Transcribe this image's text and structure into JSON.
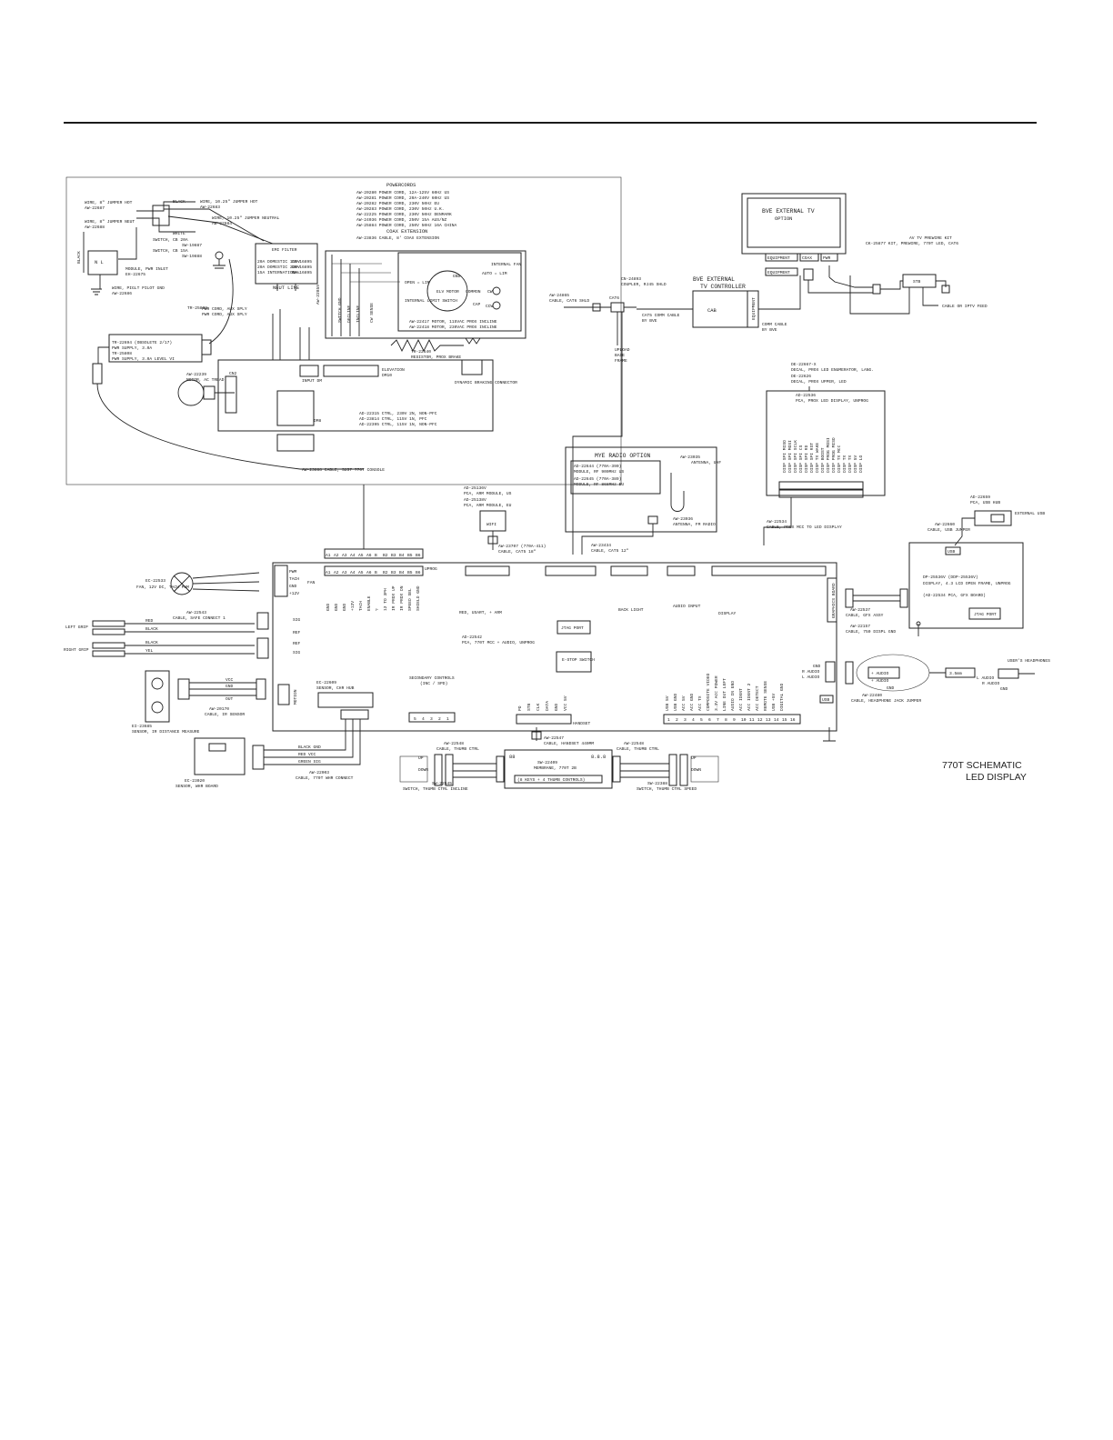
{
  "footer_title": {
    "line1": "770T SCHEMATIC",
    "line2": "LED DISPLAY"
  },
  "powercords": {
    "header": "POWERCORDS",
    "items": [
      "AW-20280  POWER CORD, 12A-125V 60Hz US",
      "AW-20281  POWER CORD, 20A-240V 60Hz US",
      "AW-20282  POWER CORD, 230V 50Hz EU",
      "AW-20283  POWER CORD, 230V 50Hz U.K.",
      "AW-22225  POWER CORD, 230V 50Hz DENMARK",
      "AW-24036  POWER CORD, 250V 15A AUS/NZ",
      "AW-25884  POWER CORD, 250V 50Hz 16A CHINA"
    ],
    "coax_header": "COAX EXTENSION",
    "coax_item": "AW-23836  CABLE, 8' COAX EXTENSION"
  },
  "power_section": {
    "jumper_hot": "WIRE, 8\" JUMPER HOT",
    "jumper_hot_pn": "AW-22687",
    "jumper_neut": "WIRE, 8\" JUMPER NEUT",
    "jumper_neut_pn": "AW-22688",
    "black": "BLACK",
    "white": "WHITE",
    "jumper_1025_hot": "WIRE, 10.25\" JUMPER HOT",
    "jumper_1025_hot_pn": "AW-22683",
    "jumper_1025_neut": "WIRE, 10.25\" JUMPER NEUTRAL",
    "jumper_1025_neut_pn": "AW-22684",
    "switch_cb20": "SWITCH, CB 20A",
    "switch_cb20_pn": "SW-19887",
    "switch_cb15": "SWITCH, CB 15A",
    "switch_cb15_pn": "SW-19888",
    "module_pwr": "MODULE, PWR INLET",
    "module_pwr_pn": "EH-22675",
    "wire_pigtail": "WIRE, PIGLT PILOT GND",
    "wire_pigtail_pn": "AW-22686",
    "emi_filter": "EMI FILTER",
    "emi_20a": "20A DOMESTIC 115V",
    "emi_20a_pn": "EH-16895",
    "emi_20a_dom": "20A DOMESTIC 230V",
    "emi_20a_dom_pn": "EH-16895",
    "emi_15a": "15A INTERNATIONAL",
    "emi_15a_pn": "EH-16895",
    "neut_line": "NEUT  LINE",
    "pwr_cord": "PWR CORD, AUX SPLY",
    "pwr_cord_pn": "AW-20630",
    "ps_obsolete": "TR-22694 (OBSOLETE 2/17)",
    "ps_obsolete_desc": "PWR SUPPLY, 3.0A",
    "ps_new": "TR-25808",
    "ps_new_desc": "PWR SUPPLY, 3.0A LEVEL VI",
    "motor": "AW-22239",
    "motor_desc": "MOTOR, AC TREAD",
    "cable_elevation": "AW-22859",
    "resistor": "TR-22640",
    "resistor_desc": "RESISTOR, PROX BRAKE",
    "dynamic_braking": "DYNAMIC BRAKING CONNECTOR",
    "input_dm": "INPUT DM",
    "elevation": "ELEVATION",
    "elevation_sub": "DM10",
    "ctrl_1": "AD-22315  CTRL, 230V 2N, NON-PFC",
    "ctrl_2": "AD-23814  CTRL, 115V 1N, PFC",
    "ctrl_3": "AD-22395  CTRL, 115V 1N, NON-PFC",
    "motor_ident": "AW-22417  MOTOR, 115VAC PROX INCLINE",
    "motor_ident2": "AW-22418  MOTOR, 230VAC PROX INCLINE",
    "open_lim": "OPEN = LIM",
    "internal_limit": "INTERNAL LIMIT SWITCH",
    "elev_motor": "ELV MOTOR",
    "gnd": "GND",
    "cap": "CAP",
    "cap_comp": "COMMON",
    "cw": "CW",
    "ccw": "CCW",
    "internal_fan": "INTERNAL FAN",
    "auto_cap": "AUTO = LIM"
  },
  "cable_console": "AW-23888  CABLE, 5257 770T CONSOLE",
  "bve_tv": {
    "title": "BVE EXTERNAL TV",
    "subtitle": "OPTION",
    "equipment": "EQUIPMENT",
    "coax": "COAX",
    "pwr": "PWR",
    "controller_title": "BVE EXTERNAL",
    "controller_sub": "TV CONTROLLER",
    "cab": "CAB",
    "comm_cable": "COMM CABLE",
    "comm_cable_by": "BY BVE",
    "cat5_comm": "CAT5 COMM CABLE",
    "cat5_comm_by": "BY BVE",
    "prewire": "AV TV PREWIRE KIT",
    "prewire_pn": "CK-25877 KIT, PREWIRE, 770T LED, CAT6",
    "stb": "STB",
    "cable_iptv": "CABLE OR IPTV FEED",
    "coupler": "CN-24893",
    "coupler_desc": "COUPLER, RJ45 SHLD",
    "cat6_shld": "AW-24865",
    "cat6_shld_desc": "CABLE, CAT6 SHLD",
    "cat6_label": "CAT6",
    "upload_base": "UPLOAD BASE FRAME"
  },
  "led_display": {
    "decal1": "DE-22667-X",
    "decal1_desc": "DECAL, PROX LED ENUMERATOR, LANG.",
    "decal2": "DE-22626",
    "decal2_desc": "DECAL, PROX UPPER, LED",
    "pca": "AD-22536",
    "pca_desc": "PCA, PROX LED DISPLAY, UNPROG",
    "pins": [
      "DISP SPI MISO",
      "DISP SPI MOSI",
      "DISP SPI SCLK",
      "DISP SPI CS",
      "DISP SPI RD",
      "DISP SPI RST",
      "DISP TX WAKE",
      "DISP BOOST",
      "DISP PROG MOSI",
      "DISP PROG MISO",
      "DISP TX MCC",
      "DISP TX",
      "DISP TX",
      "DISP 5V",
      "DISP LO"
    ],
    "cable_led": "AW-22534",
    "cable_led_desc": "CABLE, PROX MCC TO LED DISPLAY"
  },
  "mye_radio": {
    "title": "MYE RADIO OPTION",
    "mod1": "AD-22644 (770A-390)",
    "mod1_desc": "MODULE, RF 900MHz US",
    "mod2": "AD-22645 (770A-389)",
    "mod2_desc": "MODULE, RF 868MHz EU",
    "ant_uhf": "AW-23035",
    "ant_uhf_desc": "ANTENNA, UHF",
    "ant_fm": "AW-23036",
    "ant_fm_desc": "ANTENNA, FM RADIO",
    "cable": "AW-23434",
    "cable_desc": "CABLE, CAT5 12\""
  },
  "arm_module": {
    "pn1": "AD-25136V",
    "pn1_desc": "PCA, ARM MODULE, US",
    "pn2": "AD-25138V",
    "pn2_desc": "PCA, ARM MODULE, EU",
    "wifi": "WIFI",
    "cable": "AW-23707 (770A-411)",
    "cable_desc": "CABLE, CAT5 18\""
  },
  "main_board": {
    "upper_header_pins": [
      "A1",
      "A2",
      "A3",
      "A4",
      "A5",
      "A6",
      "B",
      "B2",
      "B3",
      "B4",
      "B5",
      "B6"
    ],
    "uprog": "UPROG",
    "fan_tach": "TACH",
    "fan_pwm": "PWM",
    "fan_gnd": "GND",
    "fan_12v": "+12V",
    "fan_label": "FAN",
    "pins_a": [
      "GND",
      "GND",
      "GND",
      "+12V",
      "TACH",
      "ENABLE",
      "?",
      "12 TO 3PH",
      "IR PROX UP",
      "IR PROX DN",
      "SPEED SEL",
      "SHIELD GND"
    ],
    "sig_label": "SIG",
    "ref_label": "REF",
    "motion": "MOTION",
    "jtag": "JTAG PORT",
    "estop": "E-STOP SWITCH",
    "pca": "AD-22542",
    "pca_desc": "PCA, 770T MCC + AUDIO, UNPROG",
    "red_cable": "RED, USART, + ARM",
    "back_light": "BACK LIGHT",
    "audio_in": "AUDIO INPUT",
    "display": "DISPLAY",
    "gfx_board": "GRAPHICS BOARD",
    "bottom_pins": [
      "USB 5V",
      "USB GND",
      "ACC 5V",
      "ACC GND",
      "ACC TX",
      "COMPOSITE VIDEO",
      "3.3V ACC POWER",
      "LINE OUT LEFT",
      "AUDIO IN GND",
      "ACC IDENT",
      "ACC IDENT 2",
      "ACC DETECT",
      "REMOTE SENSE",
      "USB +5V",
      "DIGITAL GND"
    ],
    "bottom_nums": [
      "1",
      "2",
      "3",
      "4",
      "5",
      "6",
      "7",
      "8",
      "9",
      "10",
      "11",
      "12",
      "13",
      "14",
      "15",
      "16"
    ],
    "secondary": "SECONDARY CONTROLS",
    "secondary_sub": "(INC / SPD)",
    "sec_pins": [
      "5",
      "4",
      "3",
      "2",
      "1"
    ],
    "handset": "HANDSET",
    "handset_pins": [
      "PO",
      "STB",
      "CLK",
      "DATA",
      "GND",
      "VCC 5V"
    ]
  },
  "fan": {
    "pn": "EC-22533",
    "desc": "FAN, 12V DC, TACH PWM"
  },
  "ir_cable": {
    "pn": "AW-22543",
    "desc": "CABLE, SAFE CONNECT 1",
    "left_grip": "LEFT GRIP",
    "right_grip": "RIGHT GRIP",
    "red": "RED",
    "black": "BLACK",
    "yellow": "YEL"
  },
  "ir_sensor": {
    "pn": "EI-23685",
    "desc": "SENSOR, IR DISTANCE MEASURE",
    "cable": "AW-20170",
    "cable_desc": "CABLE, IR SENSOR",
    "vcc": "VCC",
    "gnd": "GND",
    "out": "OUT"
  },
  "chr_hub": {
    "pn": "EC-22609",
    "desc": "SENSOR, CHR HUB",
    "cable": "AW-22003",
    "cable_desc": "CABLE, 770T WHR CONNECT",
    "black": "BLACK GND",
    "red": "RED VCC",
    "green": "GREEN SIG"
  },
  "whr_board": {
    "pn": "EC-23020",
    "desc": "SENSOR, WHR BOARD"
  },
  "usb_display": {
    "hub": "AD-22659",
    "hub_desc": "PCA, USB HUB",
    "ext_usb": "EXTERNAL USB",
    "jumper": "AW-22660",
    "jumper_desc": "CABLE, USB JUMPER",
    "usb": "USB",
    "display": "DP-25536V (DDP-25536V)",
    "display_desc": "DISPLAY, 4.3 LCD OPEN FRAME, UNPROG",
    "display_sub": "(AD-22534 PCA, GFX BOARD)",
    "jtag": "JTAG PORT",
    "cable_ffc": "AW-22537",
    "cable_ffc_desc": "CABLE, GFX ASSY",
    "cable_gnd": "AW-22157",
    "cable_gnd_desc": "CABLE, 750 DISPL GND"
  },
  "headphone": {
    "gnd": "GND",
    "r_audio": "R AUDIO",
    "l_audio": "L AUDIO",
    "jack_r": "+ AUDIO",
    "jack_l": "+ AUDIO",
    "jack_gnd": "GND",
    "size": "3.5mm",
    "cable": "AW-22480",
    "cable_desc": "CABLE, HEADPHONE JACK JUMPER",
    "users": "USER'S HEADPHONES",
    "usb": "USB"
  },
  "thumb": {
    "cable_l": "AW-22548",
    "cable_l_desc": "CABLE, THUMB CTRL",
    "cable_r": "AW-22548",
    "cable_r_desc": "CABLE, THUMB CTRL",
    "sw_l": "SW-22545",
    "sw_l_desc": "SWITCH, THUMB CTRL INCLINE",
    "sw_r": "SW-22388",
    "sw_r_desc": "SWITCH, THUMB CTRL SPEED",
    "membrane": "SW-22409",
    "membrane_desc": "MEMBRANE, 770T 2B",
    "membrane_keys": "(8 KEYS + 4 THUMB CONTROLS)",
    "handset_cable": "AW-22547",
    "handset_cable_desc": "CABLE, HANDSET 440MM",
    "seg_l": "88",
    "seg_r": "8.8.8",
    "up": "UP",
    "down": "DOWN"
  }
}
